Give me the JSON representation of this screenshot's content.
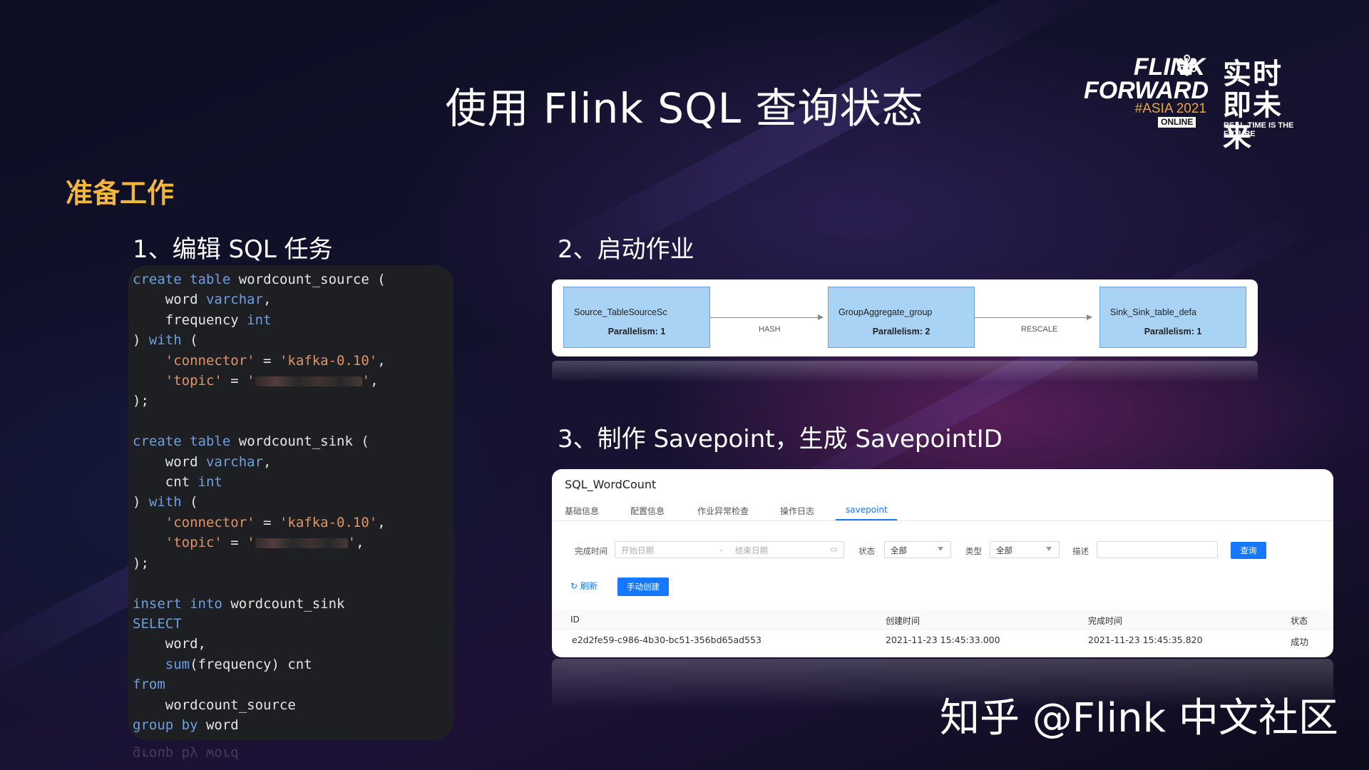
{
  "slide": {
    "title": "使用 Flink SQL 查询状态",
    "section": "准备工作",
    "step1": "1、编辑 SQL 任务",
    "step2": "2、启动作业",
    "step3": "3、制作 Savepoint，生成 SavepointID",
    "watermark": "知乎 @Flink 中文社区"
  },
  "logo": {
    "line1": "FLINK",
    "line2": "FORWARD",
    "event": "#ASIA 2021",
    "badge": "ONLINE",
    "cn_line1": "实时",
    "cn_line2": "即未来",
    "tagline": "REAL-TIME IS THE FUTURE"
  },
  "sql": {
    "t1_name": "wordcount_source",
    "t2_name": "wordcount_sink",
    "connector_value": "'kafka-0.10'",
    "closing": ");",
    "reflect": "group by word"
  },
  "dag": {
    "nodes": [
      {
        "name": "Source_TableSourceSc",
        "parallelism": "Parallelism: 1"
      },
      {
        "name": "GroupAggregate_group",
        "parallelism": "Parallelism: 2"
      },
      {
        "name": "Sink_Sink_table_defa",
        "parallelism": "Parallelism: 1"
      }
    ],
    "edges": [
      "HASH",
      "RESCALE"
    ]
  },
  "panel": {
    "title": "SQL_WordCount",
    "tabs": [
      "基础信息",
      "配置信息",
      "作业异常检查",
      "操作日志",
      "savepoint"
    ],
    "active_tab": "savepoint",
    "filters": {
      "finish_time_label": "完成时间",
      "start_placeholder": "开始日期",
      "range_sep": "-",
      "end_placeholder": "结束日期",
      "status_label": "状态",
      "status_value": "全部",
      "type_label": "类型",
      "type_value": "全部",
      "desc_label": "描述",
      "query_button": "查询"
    },
    "refresh_label": "刷新",
    "create_button": "手动创建",
    "columns": [
      "ID",
      "创建时间",
      "完成时间",
      "状态"
    ],
    "rows": [
      {
        "id": "e2d2fe59-c986-4b30-bc51-356bd65ad553",
        "created": "2021-11-23 15:45:33.000",
        "finished": "2021-11-23 15:45:35.820",
        "status": "成功"
      }
    ]
  },
  "colors": {
    "accent_orange": "#f2b640",
    "primary_blue": "#1677ff",
    "node_fill": "#a9d3f5"
  }
}
